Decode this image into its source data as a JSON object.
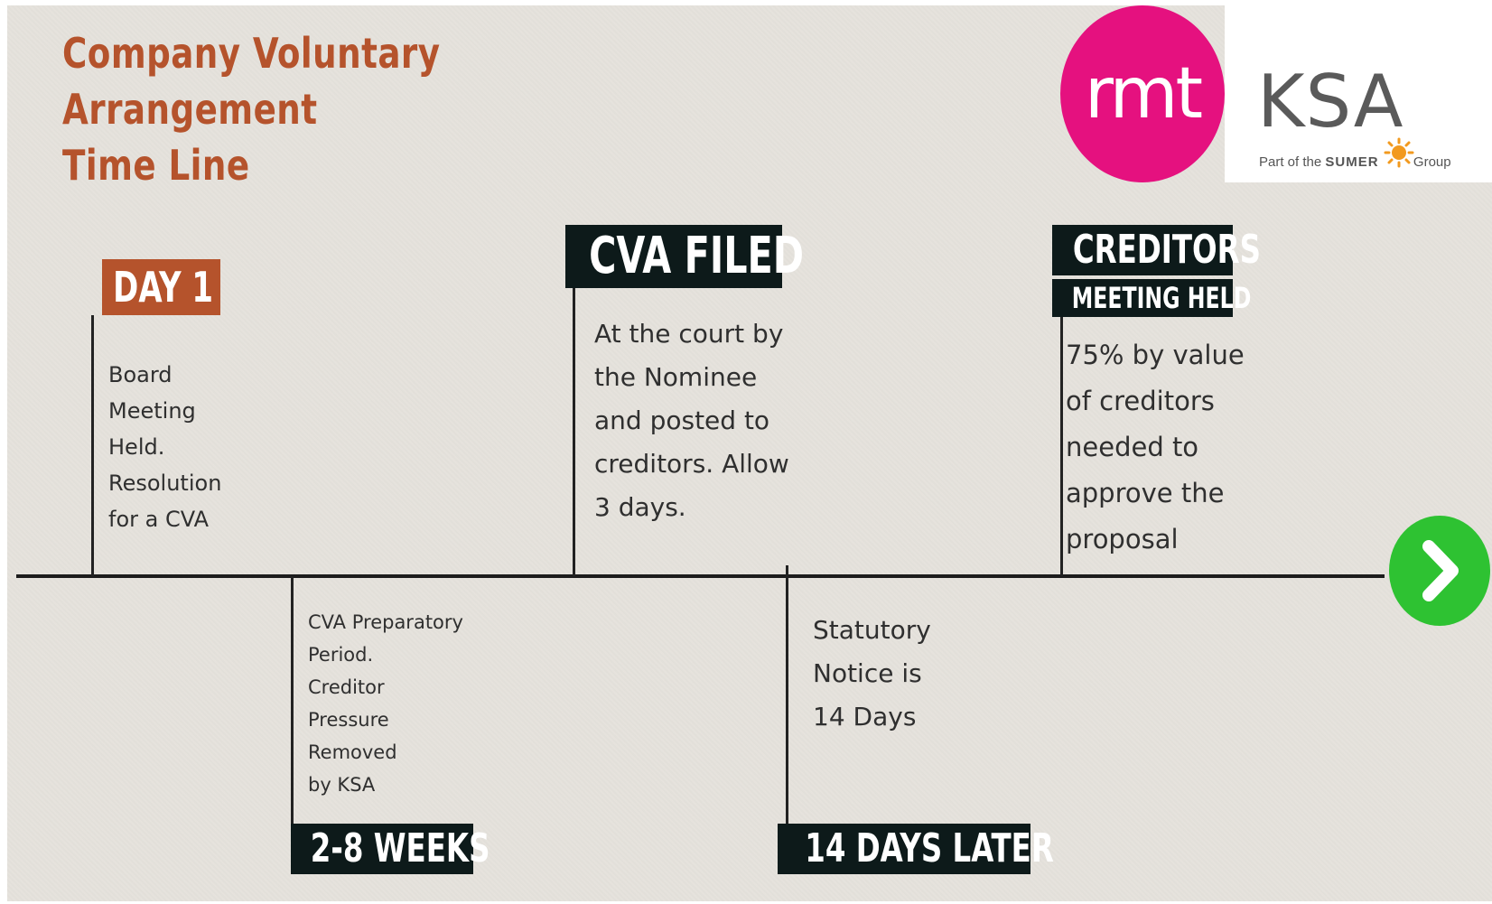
{
  "title_lines": [
    "Company Voluntary",
    "Arrangement",
    "Time Line"
  ],
  "logo": {
    "circle_text": "rmt",
    "ksa_text": "KSA",
    "tagline_prefix": "Part of the",
    "tagline_brand": "SUMER",
    "tagline_suffix": "Group",
    "circle_color": "#e5117f"
  },
  "milestones": {
    "day1": {
      "tag": "DAY 1",
      "lines": [
        "Board",
        "Meeting",
        "Held.",
        "Resolution",
        "for a CVA"
      ]
    },
    "weeks": {
      "tag": "2-8 WEEKS",
      "lines": [
        "CVA Preparatory",
        "Period.",
        "Creditor",
        "Pressure",
        "Removed",
        "by KSA"
      ]
    },
    "cva_filed": {
      "tag": "CVA FILED",
      "lines": [
        "At the court by",
        "the Nominee",
        "and posted to",
        "creditors. Allow",
        "3 days."
      ]
    },
    "days14": {
      "tag": "14 DAYS LATER",
      "lines": [
        "Statutory",
        "Notice is",
        "14 Days"
      ]
    },
    "creditors": {
      "tag_top": "CREDITORS",
      "tag_bottom": "MEETING HELD",
      "lines": [
        "75% by value",
        "of creditors",
        "needed to",
        "approve the",
        "proposal"
      ]
    }
  },
  "next_button": {
    "icon": "chevron-right-icon",
    "color": "#2ec232"
  },
  "colors": {
    "accent_orange": "#b5532c",
    "tag_dark": "#0d1a1a",
    "background": "#e5e2dc"
  }
}
